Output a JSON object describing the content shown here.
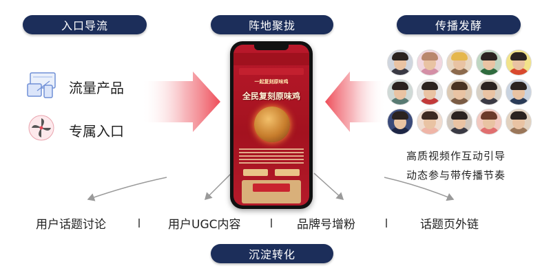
{
  "badges": {
    "entry": "入口导流",
    "position": "阵地聚拢",
    "spread": "传播发酵",
    "convert": "沉淀转化"
  },
  "entry_items": [
    {
      "label": "流量产品",
      "icon": "devices-icon"
    },
    {
      "label": "专属入口",
      "icon": "pinwheel-icon"
    }
  ],
  "spread_notes": {
    "line1": "高质视频作互动引导",
    "line2": "动态参与带传播节奏"
  },
  "phone": {
    "headline": "全民复刻原味鸡",
    "subhead": "一起复刻原味鸡"
  },
  "outcomes": [
    {
      "label": "用户话题讨论"
    },
    {
      "label": "用户UGC内容"
    },
    {
      "label": "品牌号增粉"
    },
    {
      "label": "话题页外链"
    }
  ],
  "colors": {
    "badge_bg": "#1c2e5a",
    "arrow_red": "#f0606a",
    "arrow_grey": "#9a9a9a",
    "screen_red": "#b9192b"
  }
}
